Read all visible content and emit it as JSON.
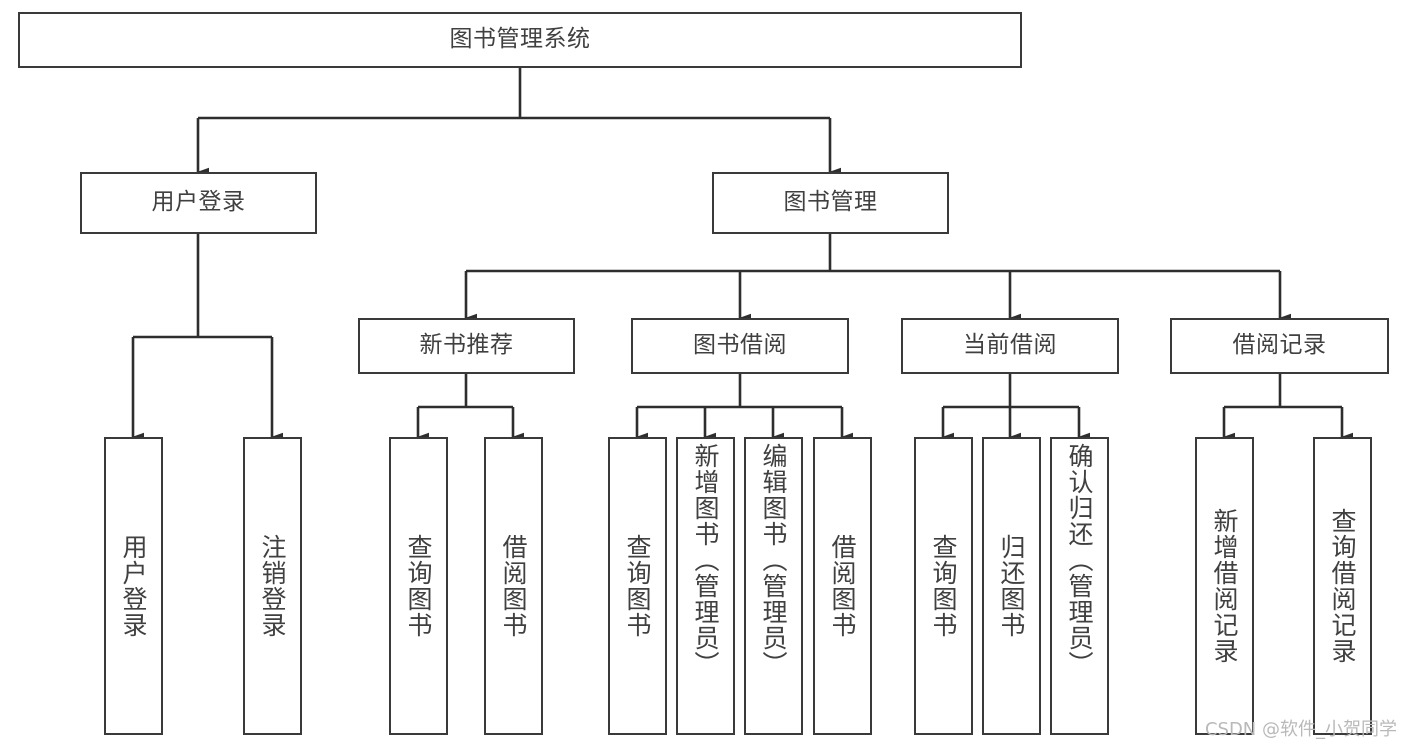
{
  "diagram": {
    "title": "图书管理系统",
    "type": "tree-hierarchy-chart",
    "line_color": "#3a3a3a",
    "box_fill": "#ffffff",
    "text_color": "#404040",
    "root": {
      "label": "图书管理系统"
    },
    "level1": [
      {
        "label": "用户登录"
      },
      {
        "label": "图书管理"
      }
    ],
    "level2": [
      {
        "label": "新书推荐"
      },
      {
        "label": "图书借阅"
      },
      {
        "label": "当前借阅"
      },
      {
        "label": "借阅记录"
      }
    ],
    "leaves": {
      "user_login": [
        {
          "label": "用户登录"
        },
        {
          "label": "注销登录"
        }
      ],
      "new_book_recommend": [
        {
          "label": "查询图书"
        },
        {
          "label": "借阅图书"
        }
      ],
      "book_borrow": [
        {
          "label": "查询图书"
        },
        {
          "label": "新增图书（管理员）"
        },
        {
          "label": "编辑图书（管理员）"
        },
        {
          "label": "借阅图书"
        }
      ],
      "current_borrow": [
        {
          "label": "查询图书"
        },
        {
          "label": "归还图书"
        },
        {
          "label": "确认归还（管理员）"
        }
      ],
      "borrow_record": [
        {
          "label": "新增借阅记录"
        },
        {
          "label": "查询借阅记录"
        }
      ]
    }
  },
  "watermark": {
    "text": "CSDN @软件_小贺同学"
  }
}
